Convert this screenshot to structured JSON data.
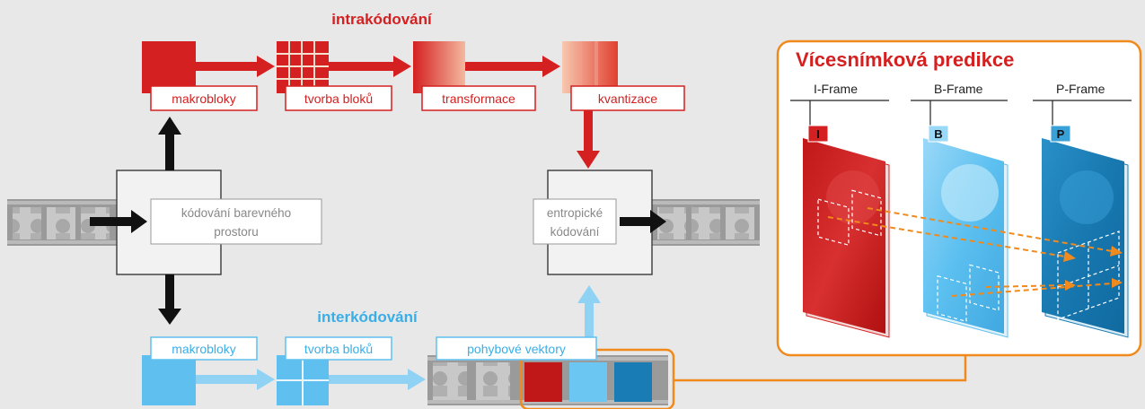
{
  "intra": {
    "title": "intrakódování",
    "steps": [
      "makrobloky",
      "tvorba bloků",
      "transformace",
      "kvantizace"
    ]
  },
  "inter": {
    "title": "interkódování",
    "steps": [
      "makrobloky",
      "tvorba bloků",
      "pohybové vektory"
    ]
  },
  "color_space": {
    "line1": "kódování barevného",
    "line2": "prostoru"
  },
  "entropy": {
    "line1": "entropické",
    "line2": "kódování"
  },
  "prediction": {
    "title": "Vícesnímková predikce",
    "frames": [
      {
        "header": "I-Frame",
        "badge": "I"
      },
      {
        "header": "B-Frame",
        "badge": "B"
      },
      {
        "header": "P-Frame",
        "badge": "P"
      }
    ]
  },
  "colors": {
    "red": "#d42020",
    "blue": "#5fc0f0",
    "orange": "#f08a1c",
    "dark_arrow": "#111111",
    "box_fill": "#f2f2f2"
  }
}
